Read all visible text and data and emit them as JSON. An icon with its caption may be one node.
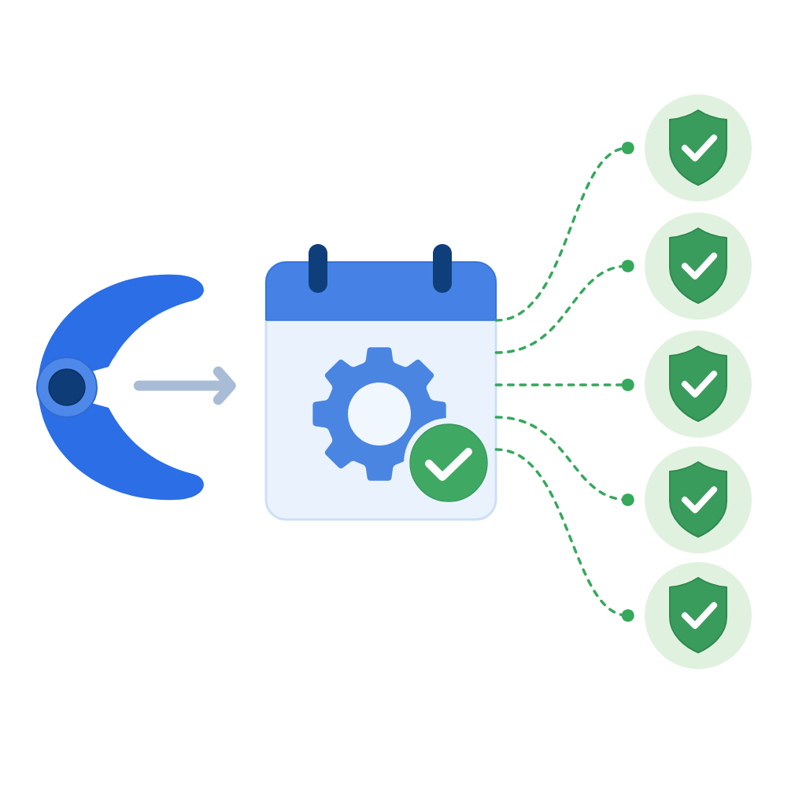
{
  "diagram": {
    "nodes": [
      {
        "text": [],
        "shape": "picture"
      },
      {
        "text": [],
        "shape": "picture"
      },
      {
        "text": [],
        "shape": "circle"
      },
      {
        "text": [],
        "shape": "circle"
      },
      {
        "text": [],
        "shape": "circle"
      },
      {
        "text": [],
        "shape": "circle"
      },
      {
        "text": [],
        "shape": "circle"
      }
    ],
    "edges": [
      {
        "from": 0,
        "to": 1,
        "arrow": "to",
        "style": "thick",
        "color": "#a9bcd6"
      },
      {
        "from": 1,
        "to": 2,
        "arrow": "other",
        "style": "dashed"
      },
      {
        "from": 1,
        "to": 3,
        "arrow": "other",
        "style": "dashed"
      },
      {
        "from": 1,
        "to": 4,
        "arrow": "other",
        "style": "dashed"
      },
      {
        "from": 1,
        "to": 5,
        "arrow": "other",
        "style": "dashed"
      },
      {
        "from": 1,
        "to": 6,
        "arrow": "other",
        "style": "dashed"
      }
    ]
  }
}
